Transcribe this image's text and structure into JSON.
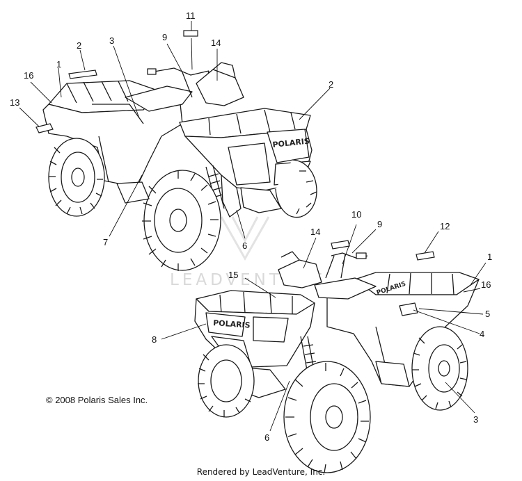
{
  "copyright": "© 2008 Polaris Sales Inc.",
  "credit": "Rendered by LeadVenture, Inc.",
  "watermark": "LEADVENTURE",
  "decal_brand": "POLARIS",
  "callouts": {
    "a1": "1",
    "a2": "2",
    "a2b": "2",
    "a3": "3",
    "a6": "6",
    "a7": "7",
    "a9": "9",
    "a11": "11",
    "a13": "13",
    "a14": "14",
    "a16": "16",
    "b1": "1",
    "b3": "3",
    "b4": "4",
    "b5": "5",
    "b6": "6",
    "b8": "8",
    "b9": "9",
    "b10": "10",
    "b12": "12",
    "b14": "14",
    "b15": "15",
    "b16": "16"
  }
}
